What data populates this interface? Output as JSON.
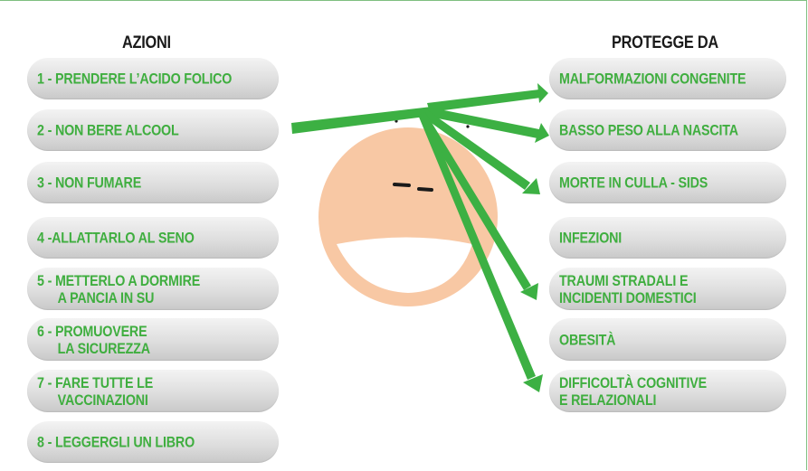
{
  "columns": {
    "left_title": "AZIONI",
    "right_title": "PROTEGGE DA"
  },
  "actions": [
    {
      "line1": "1 - PRENDERE L’ACIDO FOLICO",
      "line2": ""
    },
    {
      "line1": "2 - NON BERE ALCOOL",
      "line2": ""
    },
    {
      "line1": "3 - NON FUMARE",
      "line2": ""
    },
    {
      "line1": "4 -ALLATTARLO AL SENO",
      "line2": ""
    },
    {
      "line1": "5 - METTERLO A DORMIRE",
      "line2": "A PANCIA IN SU"
    },
    {
      "line1": "6 - PROMUOVERE",
      "line2": "LA SICUREZZA"
    },
    {
      "line1": "7 - FARE TUTTE LE",
      "line2": "VACCINAZIONI"
    },
    {
      "line1": "8 - LEGGERGLI UN LIBRO",
      "line2": ""
    }
  ],
  "outcomes": [
    {
      "line1": "MALFORMAZIONI CONGENITE",
      "line2": ""
    },
    {
      "line1": "BASSO PESO ALLA NASCITA",
      "line2": ""
    },
    {
      "line1": "MORTE IN CULLA - SIDS",
      "line2": ""
    },
    {
      "line1": "INFEZIONI",
      "line2": ""
    },
    {
      "line1": "TRAUMI STRADALI E",
      "line2": "INCIDENTI DOMESTICI"
    },
    {
      "line1": "OBESITÀ",
      "line2": ""
    },
    {
      "line1": "DIFFICOLTÀ COGNITIVE",
      "line2": "E RELAZIONALI"
    }
  ],
  "colors": {
    "text_green": "#3fae3f",
    "arrow_green": "#3cb043",
    "face": "#f8c8a4",
    "frame": "#7fbf80"
  }
}
